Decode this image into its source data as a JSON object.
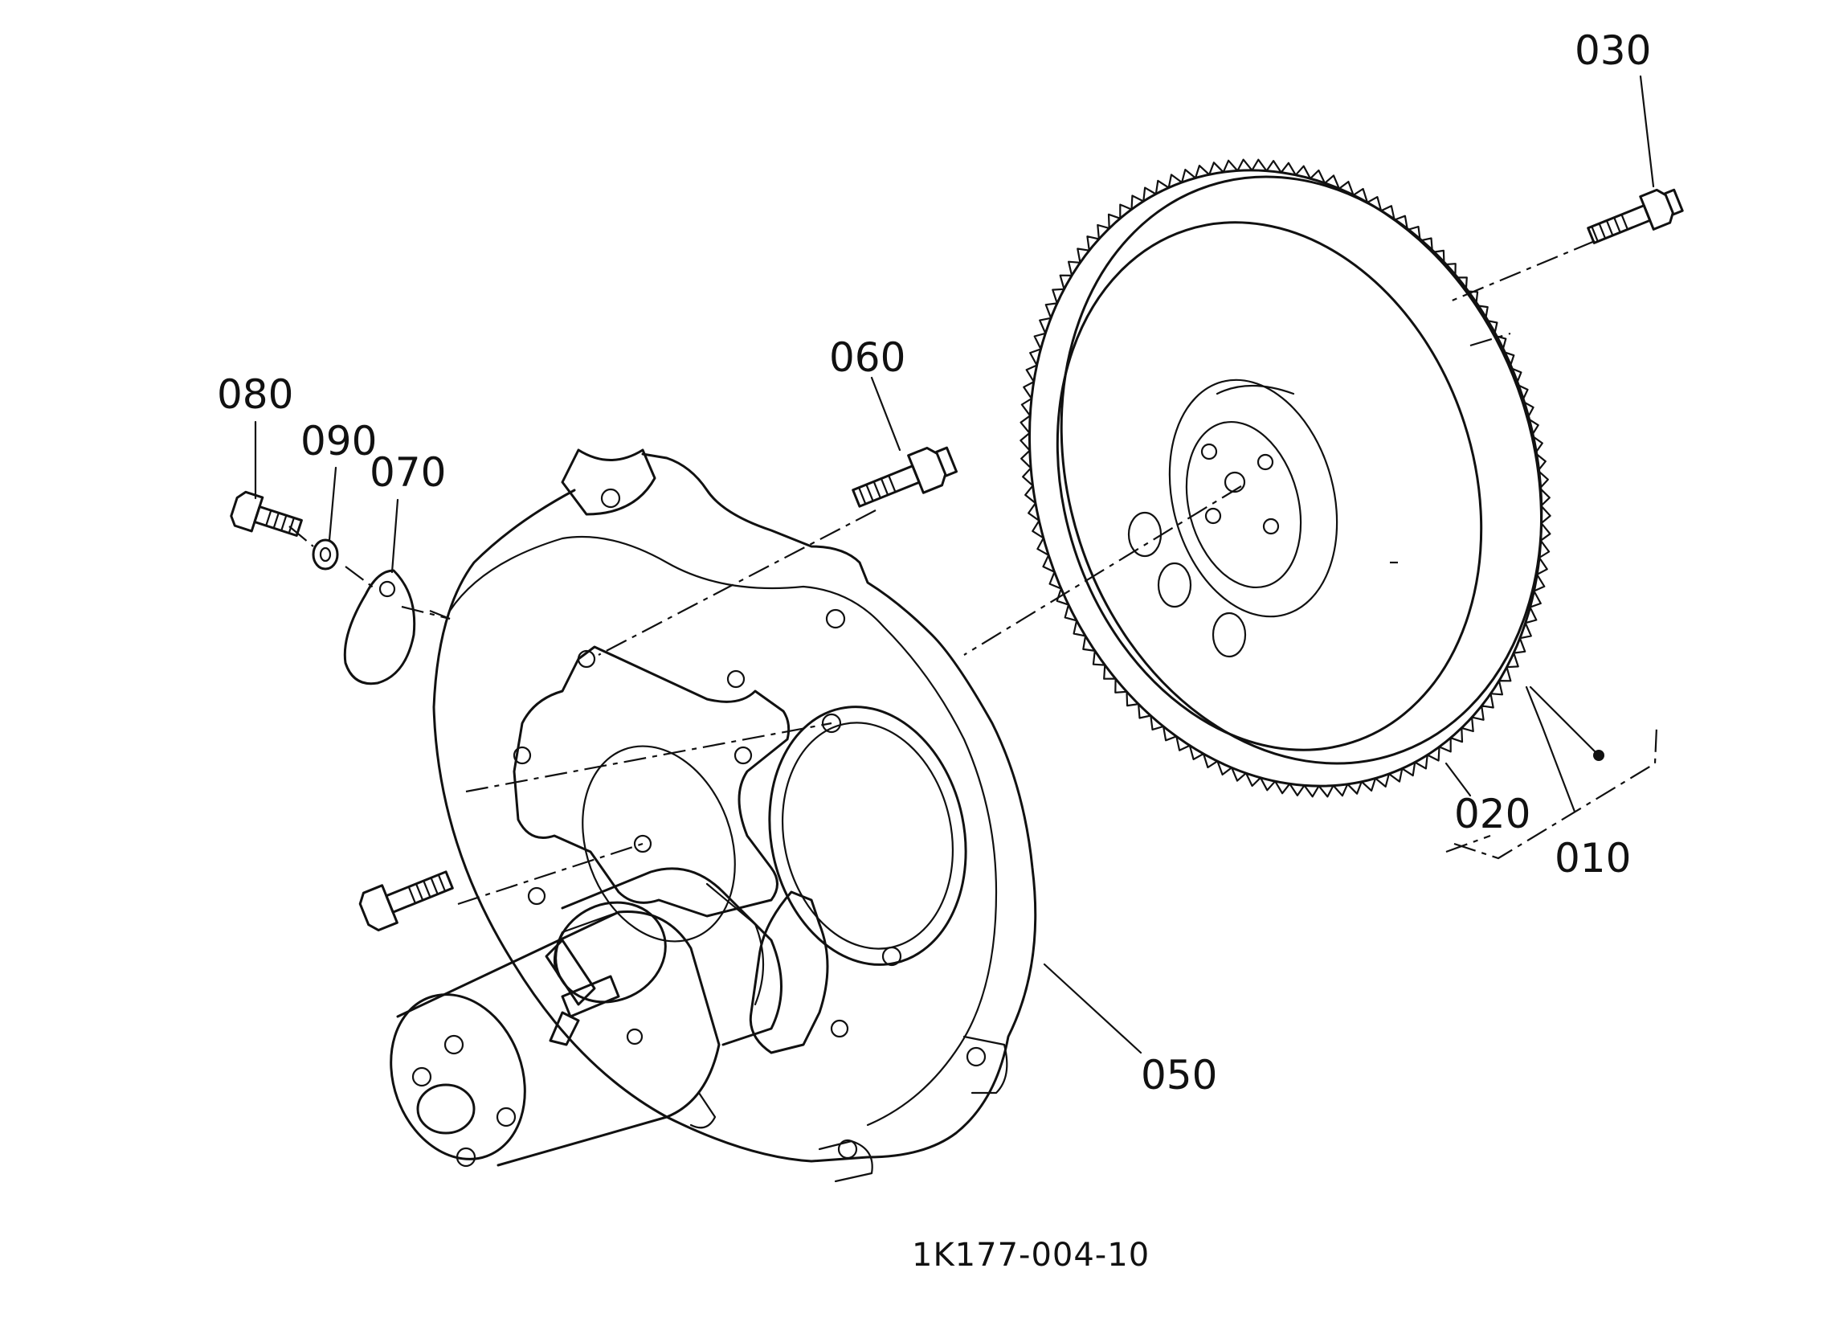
{
  "callouts": {
    "c010": "010",
    "c020": "020",
    "c030": "030",
    "c050": "050",
    "c060": "060",
    "c070": "070",
    "c080": "080",
    "c090": "090"
  },
  "diagram_code": "1K177-004-10"
}
